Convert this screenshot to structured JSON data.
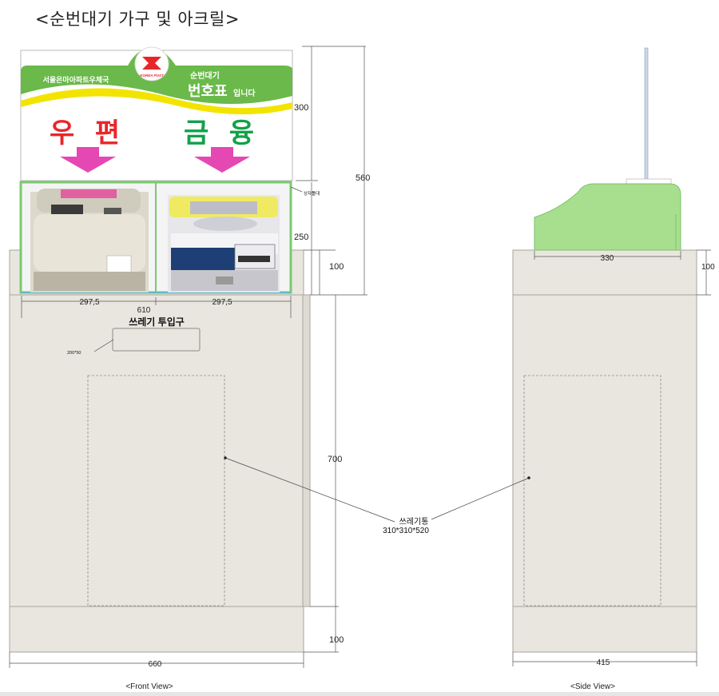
{
  "title": "<순번대기 가구 및 아크릴>",
  "sign": {
    "office_name": "서울은마아파트우체국",
    "logo_text": "KOREA POST",
    "slogan_line1": "순번대기",
    "slogan_big": "번호표",
    "slogan_small": "입니다",
    "left_label": "우 편",
    "right_label": "금 융"
  },
  "front": {
    "dim_300": "300",
    "dim_560": "560",
    "dim_250": "250",
    "dim_100_top": "100",
    "dim_700": "700",
    "dim_100_bottom": "100",
    "dim_297_left": "297,5",
    "dim_297_right": "297,5",
    "dim_610": "610",
    "dim_660": "660",
    "acrylic_note": "상자틀대",
    "slot_title": "쓰레기 투입구",
    "slot_size": "200*50",
    "view_label": "<Front View>"
  },
  "bin_label": "쓰레기통",
  "bin_size": "310*310*520",
  "side": {
    "dim_330": "330",
    "dim_100": "100",
    "dim_415": "415",
    "view_label": "<Side View>"
  },
  "colors": {
    "cabinet": "#e9e6df",
    "cabinet_stroke": "#a7a49e",
    "acrylic_green": "#a8df8f",
    "sign_green": "#6ab94a",
    "red_text": "#e8262a",
    "green_text": "#12a14a",
    "arrow_magenta": "#e548b2"
  }
}
